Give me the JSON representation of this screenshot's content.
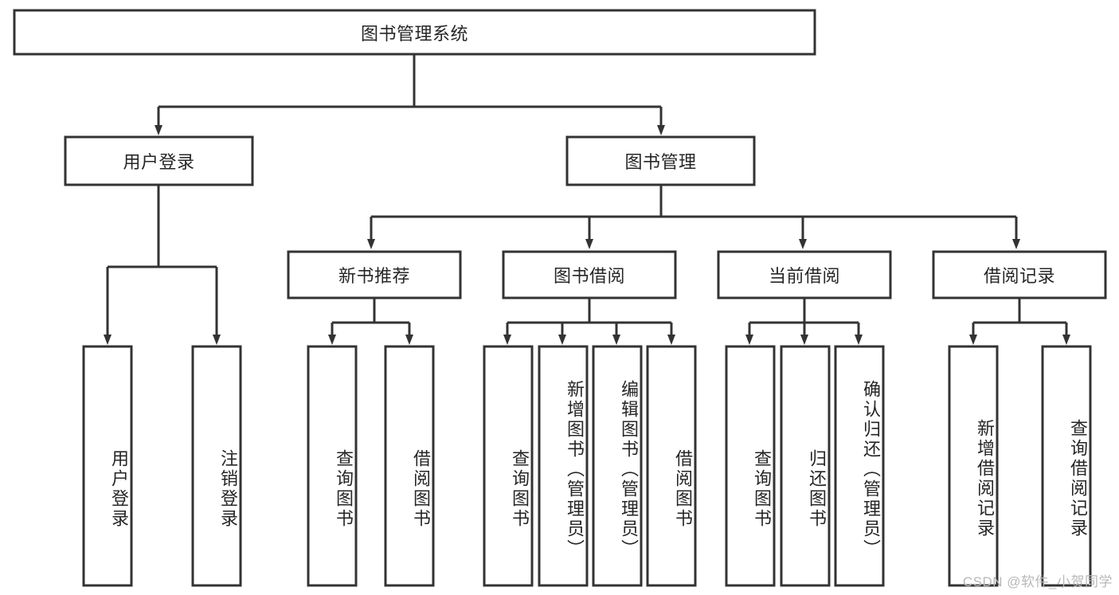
{
  "diagram": {
    "title": "图书管理系统",
    "type": "tree",
    "orientation": "top-down",
    "stroke_color": "#333333",
    "fill_color": "#ffffff",
    "text_color": "#262626",
    "levels": [
      {
        "level": 1,
        "nodes": [
          {
            "id": "root",
            "label": "图书管理系统",
            "orientation": "horizontal"
          }
        ]
      },
      {
        "level": 2,
        "nodes": [
          {
            "id": "user-login",
            "label": "用户登录",
            "orientation": "horizontal",
            "parent": "root"
          },
          {
            "id": "book-mgmt",
            "label": "图书管理",
            "orientation": "horizontal",
            "parent": "root"
          }
        ]
      },
      {
        "level": 3,
        "nodes": [
          {
            "id": "new-book-rec",
            "label": "新书推荐",
            "orientation": "horizontal",
            "parent": "book-mgmt"
          },
          {
            "id": "book-borrow",
            "label": "图书借阅",
            "orientation": "horizontal",
            "parent": "book-mgmt"
          },
          {
            "id": "current-borrow",
            "label": "当前借阅",
            "orientation": "horizontal",
            "parent": "book-mgmt"
          },
          {
            "id": "borrow-record",
            "label": "借阅记录",
            "orientation": "horizontal",
            "parent": "book-mgmt"
          }
        ]
      },
      {
        "level": 4,
        "nodes": [
          {
            "id": "leaf-user-login",
            "label": "用户登录",
            "orientation": "vertical",
            "parent": "user-login"
          },
          {
            "id": "leaf-logout",
            "label": "注销登录",
            "orientation": "vertical",
            "parent": "user-login"
          },
          {
            "id": "leaf-query-book-1",
            "label": "查询图书",
            "orientation": "vertical",
            "parent": "new-book-rec"
          },
          {
            "id": "leaf-borrow-book-1",
            "label": "借阅图书",
            "orientation": "vertical",
            "parent": "new-book-rec"
          },
          {
            "id": "leaf-query-book-2",
            "label": "查询图书",
            "orientation": "vertical",
            "parent": "book-borrow"
          },
          {
            "id": "leaf-add-book",
            "label": "新增图书（管理员）",
            "orientation": "vertical",
            "parent": "book-borrow"
          },
          {
            "id": "leaf-edit-book",
            "label": "编辑图书（管理员）",
            "orientation": "vertical",
            "parent": "book-borrow"
          },
          {
            "id": "leaf-borrow-book-2",
            "label": "借阅图书",
            "orientation": "vertical",
            "parent": "book-borrow"
          },
          {
            "id": "leaf-query-book-3",
            "label": "查询图书",
            "orientation": "vertical",
            "parent": "current-borrow"
          },
          {
            "id": "leaf-return-book",
            "label": "归还图书",
            "orientation": "vertical",
            "parent": "current-borrow"
          },
          {
            "id": "leaf-confirm-return",
            "label": "确认归还（管理员）",
            "orientation": "vertical",
            "parent": "current-borrow"
          },
          {
            "id": "leaf-add-record",
            "label": "新增借阅记录",
            "orientation": "vertical",
            "parent": "borrow-record"
          },
          {
            "id": "leaf-query-record",
            "label": "查询借阅记录",
            "orientation": "vertical",
            "parent": "borrow-record"
          }
        ]
      }
    ]
  },
  "watermark": {
    "text": "CSDN @软件_小贺同学"
  }
}
